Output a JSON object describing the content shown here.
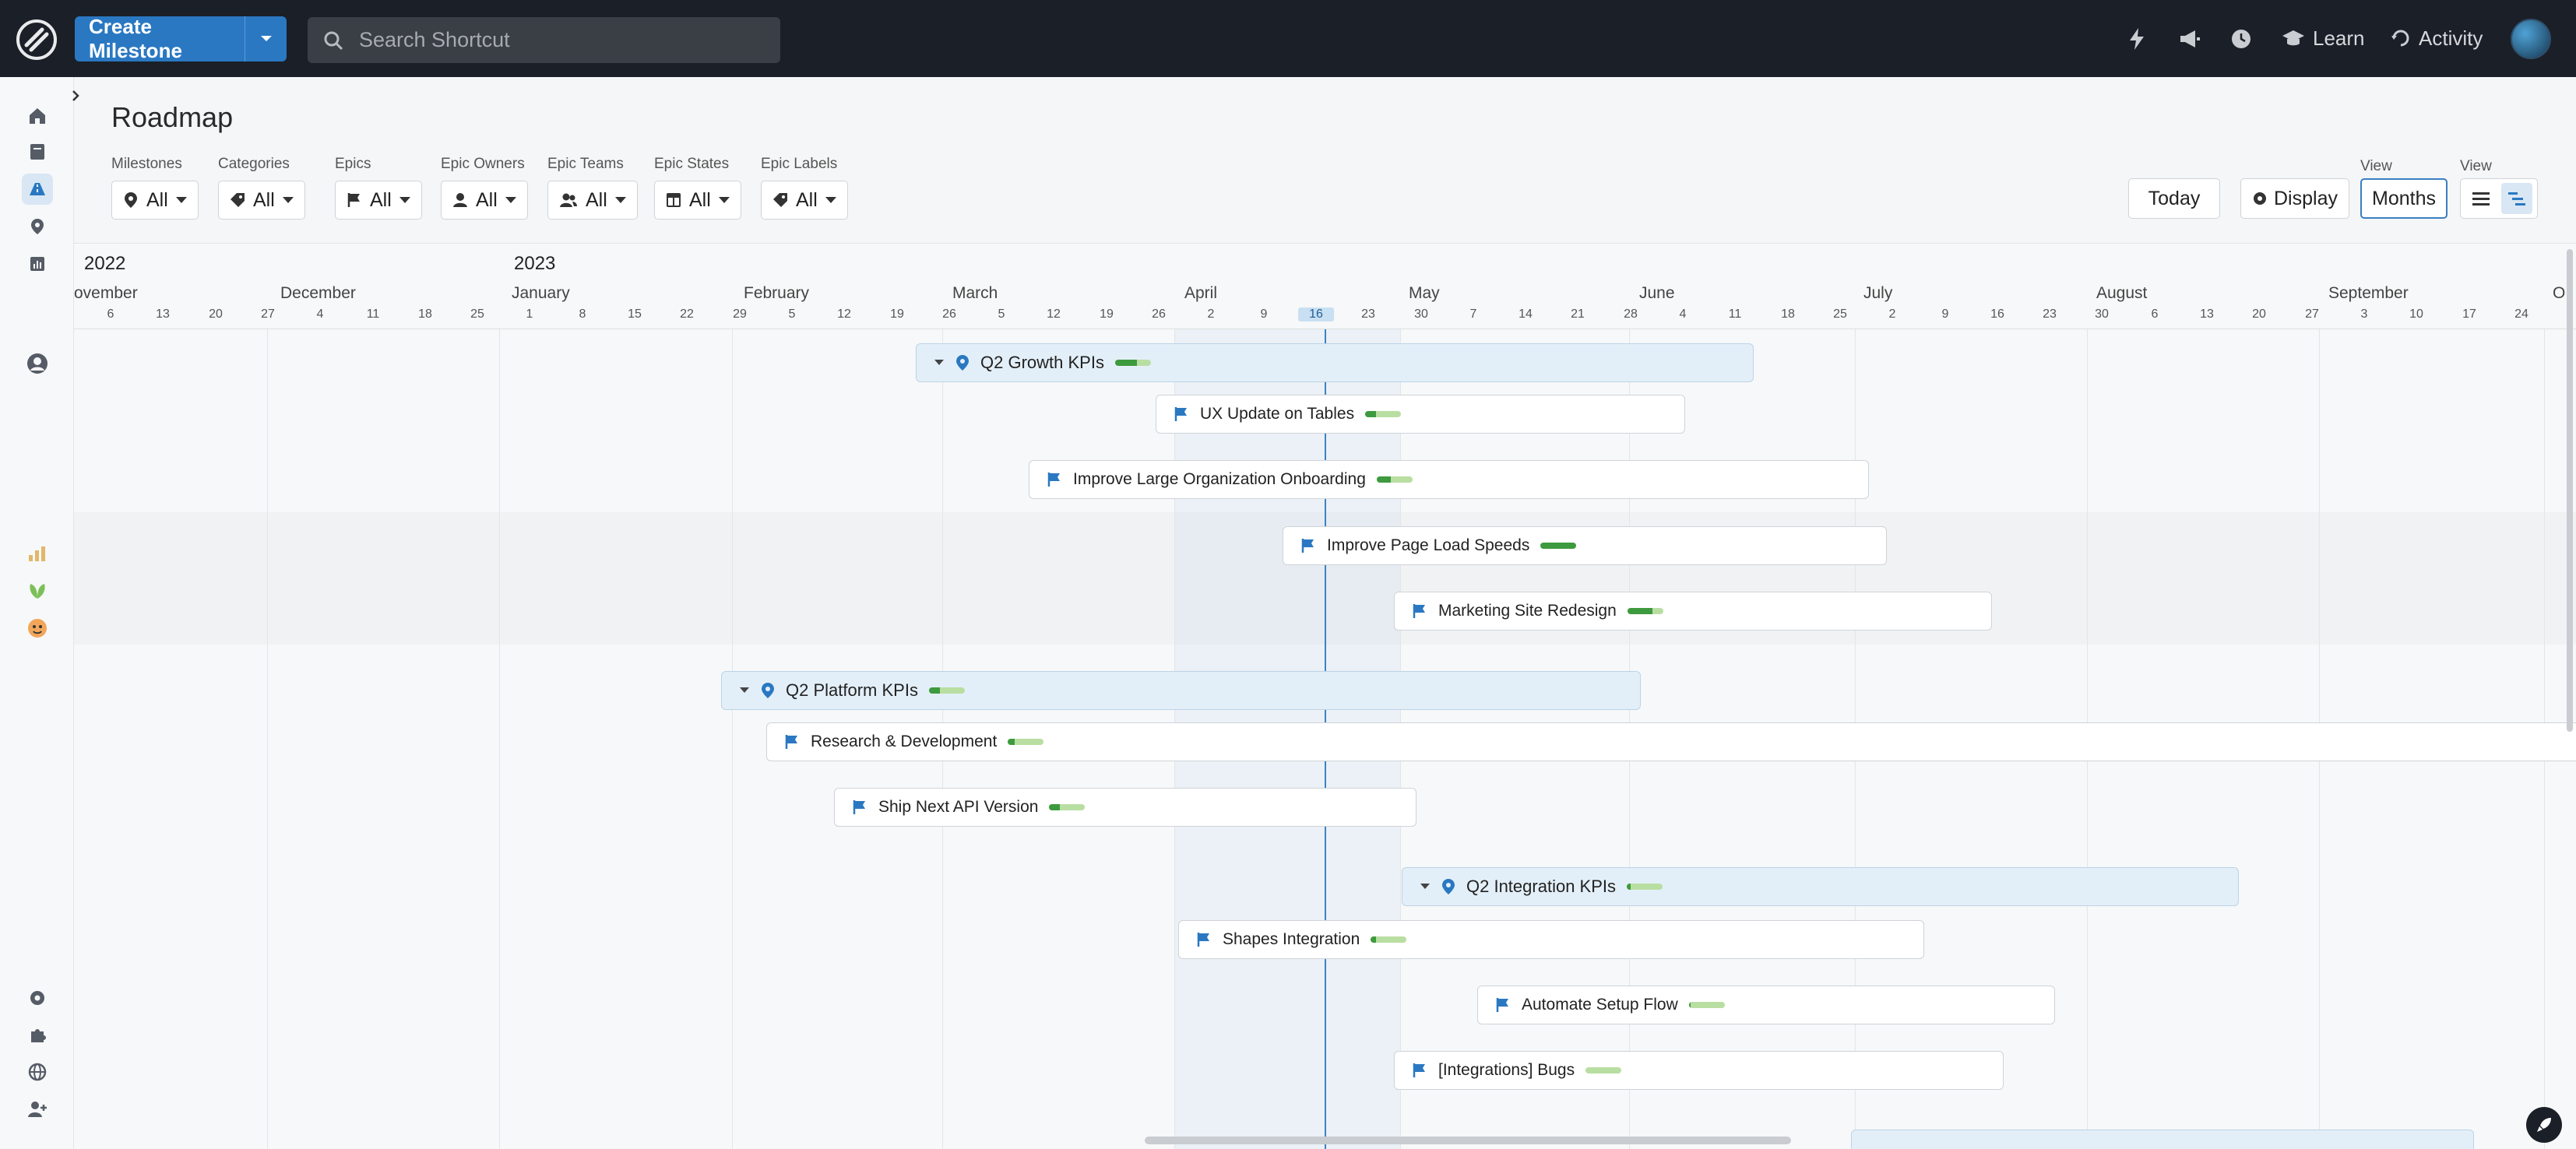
{
  "topbar": {
    "create_label": "Create Milestone",
    "search_placeholder": "Search Shortcut",
    "learn_label": "Learn",
    "activity_label": "Activity"
  },
  "page": {
    "title": "Roadmap"
  },
  "filters": [
    {
      "label": "Milestones",
      "value": "All"
    },
    {
      "label": "Categories",
      "value": "All"
    },
    {
      "label": "Epics",
      "value": "All"
    },
    {
      "label": "Epic Owners",
      "value": "All"
    },
    {
      "label": "Epic Teams",
      "value": "All"
    },
    {
      "label": "Epic States",
      "value": "All"
    },
    {
      "label": "Epic Labels",
      "value": "All"
    }
  ],
  "header_buttons": {
    "today": "Today",
    "display": "Display",
    "view_label_1": "View",
    "view_label_2": "View",
    "months": "Months"
  },
  "timeline": {
    "years": [
      "2022",
      "2023"
    ],
    "months": [
      "ovember",
      "December",
      "January",
      "February",
      "March",
      "April",
      "May",
      "June",
      "July",
      "August",
      "September",
      "O"
    ],
    "days": [
      "6",
      "13",
      "20",
      "27",
      "4",
      "11",
      "18",
      "25",
      "1",
      "8",
      "15",
      "22",
      "29",
      "5",
      "12",
      "19",
      "26",
      "5",
      "12",
      "19",
      "26",
      "2",
      "9",
      "16",
      "23",
      "30",
      "7",
      "14",
      "21",
      "28",
      "4",
      "11",
      "18",
      "25",
      "2",
      "9",
      "16",
      "23",
      "30",
      "6",
      "13",
      "20",
      "27",
      "3",
      "10",
      "17",
      "24"
    ],
    "today_day": "16"
  },
  "rows": [
    {
      "type": "milestone",
      "label": "Q2 Growth KPIs",
      "progress": 0.6
    },
    {
      "type": "epic",
      "label": "UX Update on Tables",
      "progress": 0.3
    },
    {
      "type": "epic",
      "label": "Improve Large Organization Onboarding",
      "progress": 0.4
    },
    {
      "type": "epic",
      "label": "Improve Page Load Speeds",
      "progress": 1.0
    },
    {
      "type": "epic",
      "label": "Marketing Site Redesign",
      "progress": 0.7
    },
    {
      "type": "milestone",
      "label": "Q2 Platform KPIs",
      "progress": 0.3
    },
    {
      "type": "epic",
      "label": "Research & Development",
      "progress": 0.2
    },
    {
      "type": "epic",
      "label": "Ship Next API Version",
      "progress": 0.3
    },
    {
      "type": "milestone",
      "label": "Q2 Integration KPIs",
      "progress": 0.1
    },
    {
      "type": "epic",
      "label": "Shapes Integration",
      "progress": 0.15
    },
    {
      "type": "epic",
      "label": "Automate Setup Flow",
      "progress": 0.05
    },
    {
      "type": "epic",
      "label": "[Integrations] Bugs",
      "progress": 0.0
    }
  ],
  "colors": {
    "topbar": "#1b1f27",
    "accent": "#2a78c2",
    "progress_done": "#3e9a3e",
    "progress_todo": "#b9dea2",
    "today_line": "#3c82c4"
  }
}
